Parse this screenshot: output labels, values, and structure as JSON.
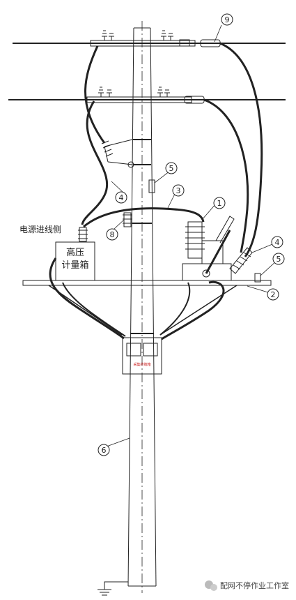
{
  "labels": {
    "source_side": "电源进线侧",
    "meter_box_line1": "高压",
    "meter_box_line2": "计量箱",
    "meter_panel_text": "采集终端箱",
    "watermark": "配网不停作业工作室"
  },
  "callouts": [
    "1",
    "2",
    "3",
    "4",
    "4",
    "5",
    "5",
    "6",
    "8",
    "9"
  ],
  "colors": {
    "line": "#222222",
    "panel_text": "#cc2222"
  }
}
